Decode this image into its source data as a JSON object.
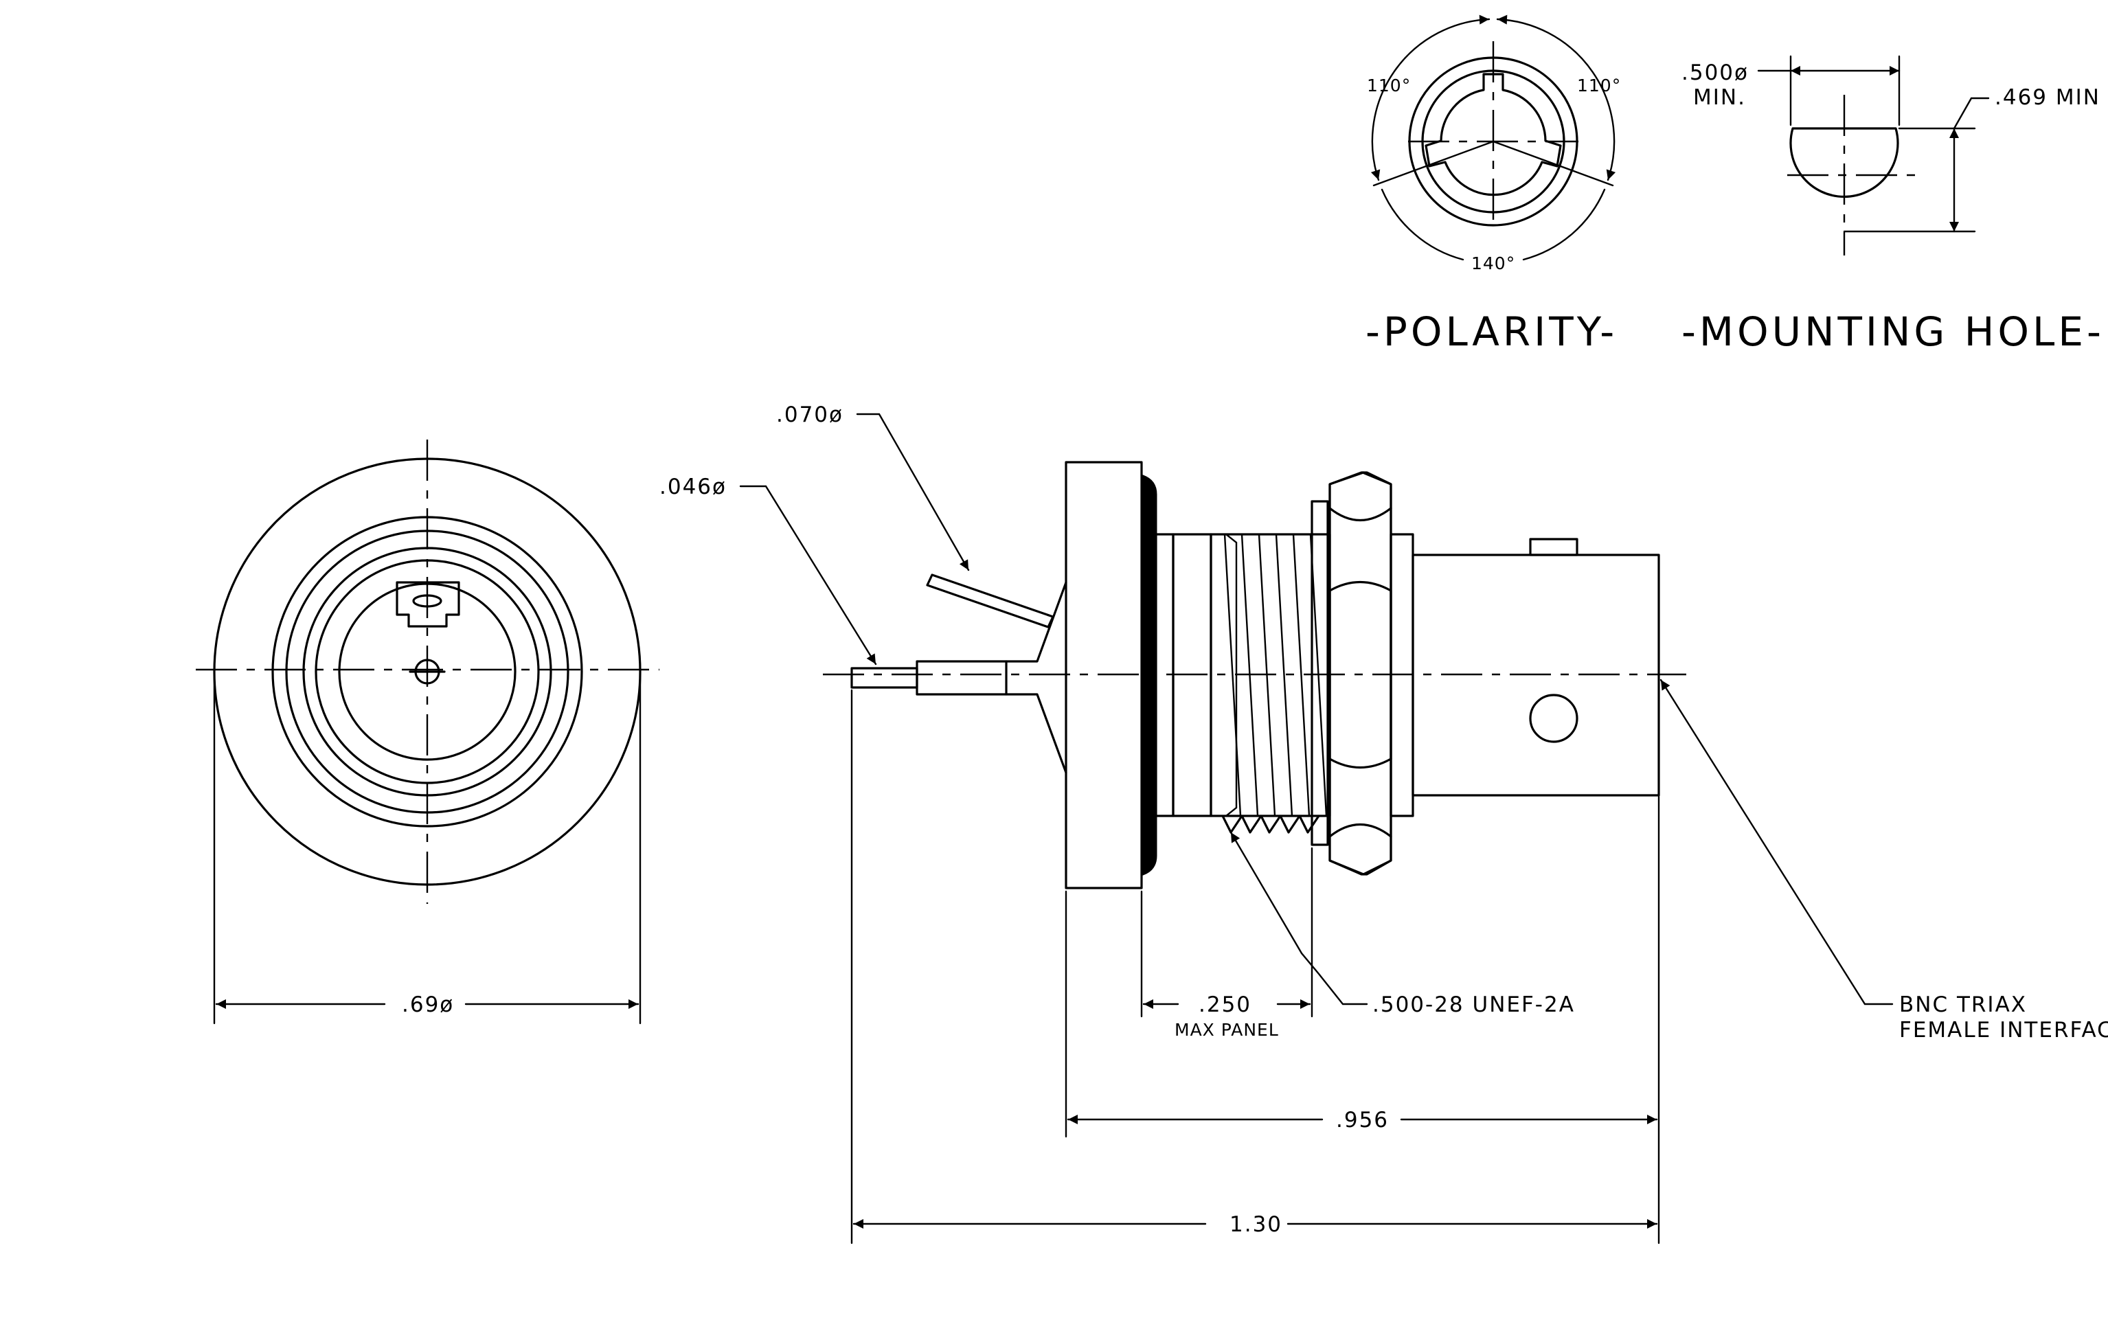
{
  "views": {
    "polarity": {
      "title": "-POLARITY-",
      "angle_left": "110°",
      "angle_right": "110°",
      "angle_bottom": "140°"
    },
    "mounting_hole": {
      "title": "-MOUNTING HOLE-",
      "diameter": ".500ø",
      "diameter_note": "MIN.",
      "flat": ".469 MIN"
    }
  },
  "front_view": {
    "diameter": ".69ø"
  },
  "side_view": {
    "pin_small": ".046ø",
    "pin_large": ".070ø",
    "panel": ".250",
    "panel_note": "MAX PANEL",
    "thread": ".500-28 UNEF-2A",
    "interface_line1": "BNC TRIAX",
    "interface_line2": "FEMALE INTERFACE",
    "body_length": ".956",
    "overall_length": "1.30"
  }
}
